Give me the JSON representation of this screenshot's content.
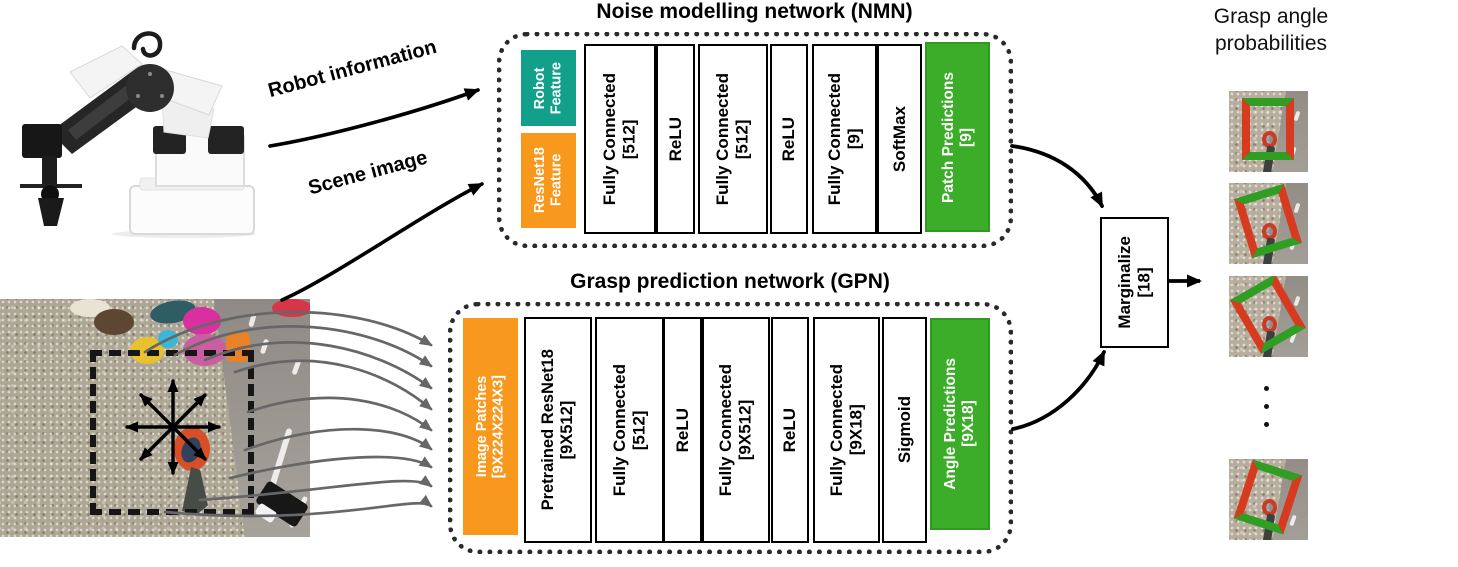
{
  "figure": {
    "left": {
      "robot_label": "Robot information",
      "scene_label": "Scene image"
    },
    "nmn": {
      "title": "Noise modelling network (NMN)",
      "inputs": [
        {
          "label": "Robot\nFeature"
        },
        {
          "label": "ResNet18\nFeature"
        }
      ],
      "layers": [
        "Fully Connected\n[512]",
        "ReLU",
        "Fully Connected\n[512]",
        "ReLU",
        "Fully Connected\n[9]",
        "SoftMax"
      ],
      "output": "Patch Predictions\n[9]"
    },
    "gpn": {
      "title": "Grasp prediction network (GPN)",
      "input": "Image Patches\n[9X224X224X3]",
      "layers": [
        "Pretrained ResNet18\n[9X512]",
        "Fully Connected\n[512]",
        "ReLU",
        "Fully Connected\n[9X512]",
        "ReLU",
        "Fully Connected\n[9X18]",
        "Sigmoid"
      ],
      "output": "Angle Predictions\n[9X18]"
    },
    "marginalize": "Marginalize\n[18]",
    "output_column": {
      "title": "Grasp angle\nprobabilities",
      "patches": [
        {
          "angle_deg": 0
        },
        {
          "angle_deg": -17
        },
        {
          "angle_deg": -30
        },
        {
          "angle_deg": 18
        }
      ]
    },
    "colors": {
      "robot_feature_teal": "#12A08B",
      "input_orange": "#F8981D",
      "output_green": "#3CAD28",
      "grasp_red": "#D63B20",
      "grasp_green": "#2F9E23",
      "patch_arrow_gray": "#676767"
    }
  }
}
